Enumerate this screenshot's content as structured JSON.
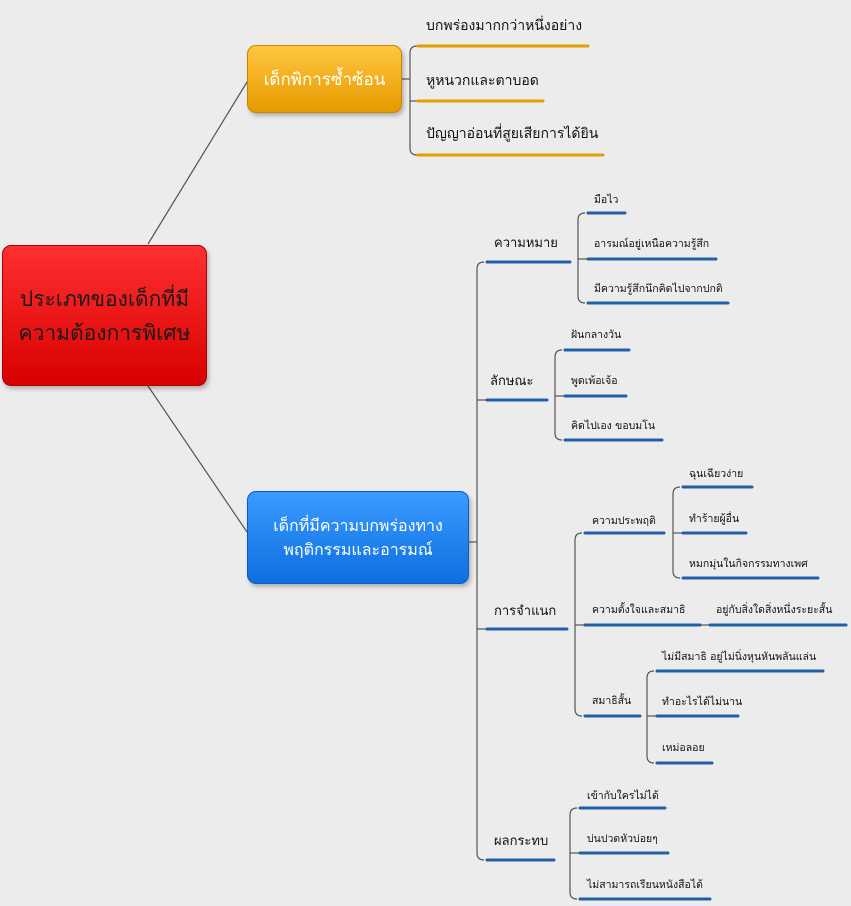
{
  "colors": {
    "root": "#e00000",
    "orange_branch": "#f2a400",
    "blue_branch": "#1e82f0",
    "underline_orange": "#e0a100",
    "underline_blue": "#1f5fa8",
    "connector": "#555555"
  },
  "root": {
    "label": "ประเภทของเด็กที่มีความต้องการพิเศษ"
  },
  "orange_branch": {
    "label": "เด็กพิการซ้ำซ้อน",
    "children": [
      "บกพร่องมากกว่าหนึ่งอย่าง",
      "หูหนวกและตาบอด",
      "ปัญญาอ่อนที่สูยเสียการได้ยิน"
    ]
  },
  "blue_branch": {
    "label": "เด็กที่มีความบกพร่องทางพฤติกรรมและอารมณ์",
    "meaning": {
      "label": "ความหมาย",
      "items": [
        "มือไว",
        "อารมณ์อยู่เหนือความรู้สึก",
        "มีความรู้สึกนึกคิดไปจากปกติ"
      ]
    },
    "traits": {
      "label": "ลักษณะ",
      "items": [
        "ฝันกลางวัน",
        "พูดเพ้อเจ้อ",
        "คิดไปเอง ขอบมโน"
      ]
    },
    "classification": {
      "label": "การจำแนก",
      "behavior": {
        "label": "ความประพฤติ",
        "items": [
          "ฉุนเฉียวง่าย",
          "ทำร้ายผู้อื่น",
          "หมกมุ่นในกิจกรรมทางเพศ"
        ]
      },
      "attention": {
        "label": "ความตั้งใจและสมาธิ",
        "items": [
          "อยู่กับสิ่งใดสิ่งหนึ่งระยะสั้น"
        ]
      },
      "short_attention": {
        "label": "สมาธิสั้น",
        "items": [
          "ไม่มีสมาธิ อยู่ไม่นิ่งหุนหันพลันแล่น",
          "ทำอะไรได้ไม่นาน",
          "เหม่อลอย"
        ]
      }
    },
    "impact": {
      "label": "ผลกระทบ",
      "items": [
        "เข้ากับใครไม่ได้",
        "บ่นปวดหัวบ่อยๆ",
        "ไม่สามารถเรียนหนังสือได้"
      ]
    }
  }
}
